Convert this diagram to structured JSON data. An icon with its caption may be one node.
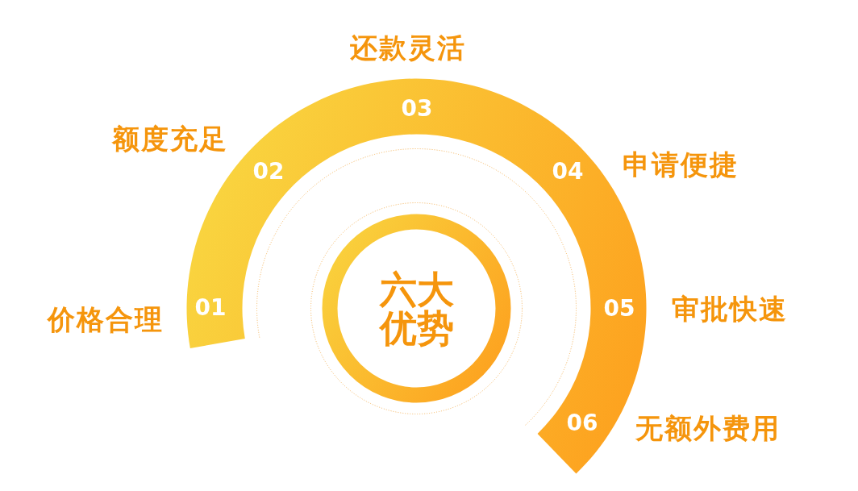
{
  "diagram": {
    "nodes": [
      {
        "text": [
          "01",
          "02",
          "03",
          "04",
          "05",
          "06"
        ],
        "beside": [
          "价格合理",
          "额度充足",
          "还款灵活",
          "申请便捷",
          "审批快速",
          "无额外费用"
        ]
      },
      {
        "text": [
          "六大优势"
        ]
      }
    ]
  }
}
